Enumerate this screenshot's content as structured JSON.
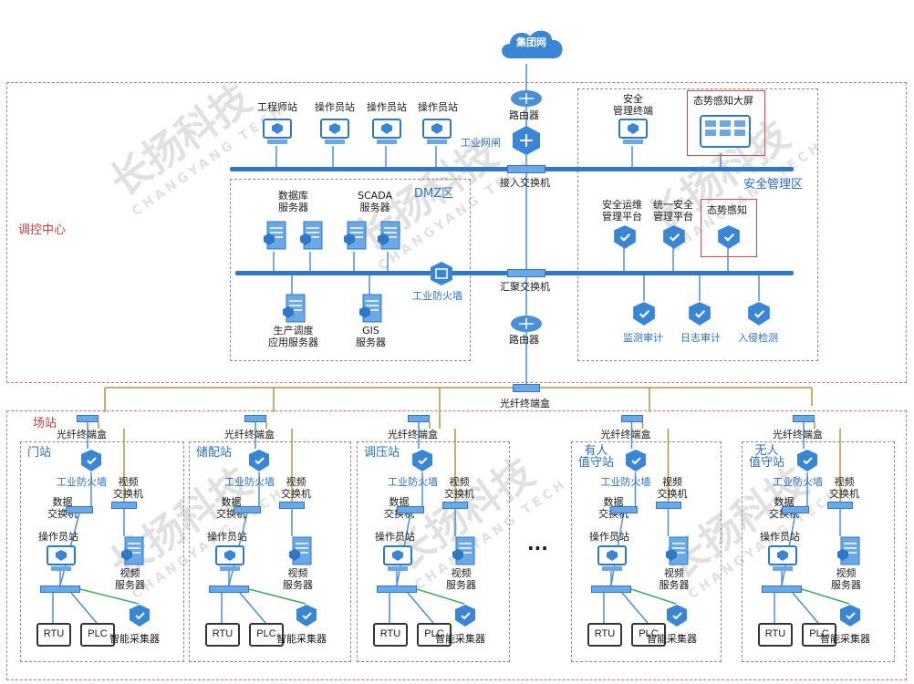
{
  "cloud": "集团网",
  "control_center": {
    "title": "调控中心",
    "router_top": "路由器",
    "gateway": "工业网闸",
    "access_switch": "接入交换机",
    "agg_switch": "汇聚交换机",
    "router_bottom": "路由器",
    "firewall": "工业防火墙",
    "workstations": [
      "工程师站",
      "操作员站",
      "操作员站",
      "操作员站"
    ],
    "dmz": {
      "title": "DMZ区",
      "db_server": "数据库\n服务器",
      "scada_server": "SCADA\n服务器",
      "prod_server": "生产调度\n应用服务器",
      "gis_server": "GIS\n服务器"
    },
    "security": {
      "title": "安全管理区",
      "terminal": "安全\n管理终端",
      "big_screen": "态势感知大屏",
      "ops_platform": "安全运维\n管理平台",
      "unified_platform": "统一安全\n管理平台",
      "situation": "态势感知",
      "monitor_audit": "监测审计",
      "log_audit": "日志审计",
      "intrusion": "入侵检测"
    }
  },
  "fiber_box": "光纤终端盒",
  "field": {
    "title": "场站",
    "ellipsis": "...",
    "stations": [
      {
        "name": "门站"
      },
      {
        "name": "储配站"
      },
      {
        "name": "调压站"
      },
      {
        "name": "有人\n值守站"
      },
      {
        "name": "无人\n值守站"
      }
    ],
    "labels": {
      "fiber": "光纤终端盒",
      "firewall": "工业防火墙",
      "video_switch": "视频\n交换机",
      "data_switch": "数据\n交换机",
      "operator": "操作员站",
      "video_server": "视频\n服务器",
      "rtu": "RTU",
      "plc": "PLC",
      "collector": "智能采集器"
    }
  },
  "watermark": {
    "cn": "长扬科技",
    "en": "CHANGYANG TECH"
  },
  "colors": {
    "blue": "#2f78c8",
    "light_blue": "#4a90d9",
    "red": "#e04848",
    "gold": "#b8943a",
    "green": "#3cae5a"
  }
}
